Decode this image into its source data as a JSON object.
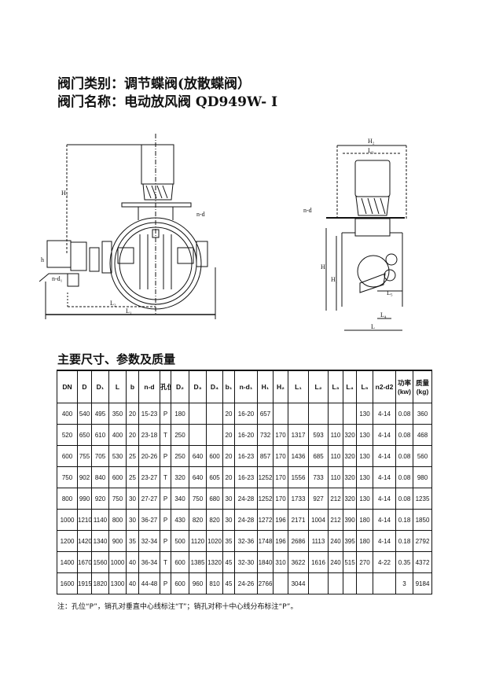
{
  "header": {
    "category": "阀门类别：调节蝶阀(放散蝶阀）",
    "name": "阀门名称：电动放风阀 QD949W- I"
  },
  "drawing_labels": {
    "front": [
      "H₁",
      "h",
      "n-d",
      "L₂",
      "L₁",
      "n-d₁"
    ],
    "side": [
      "H₂",
      "L₃",
      "H",
      "H₁",
      "L₅",
      "L₄",
      "L",
      "n-d"
    ]
  },
  "section_title": "主要尺寸、参数及质量",
  "table": {
    "columns": [
      "DN",
      "D",
      "D₁",
      "L",
      "b",
      "n-d",
      "孔位",
      "D₂",
      "D₃",
      "D₄",
      "b₁",
      "n-d₁",
      "H₁",
      "H₂",
      "L₁",
      "L₂",
      "L₃",
      "L₄",
      "L₅",
      "n2-d2",
      "功率(kw)",
      "质量(kg)"
    ],
    "rows": [
      [
        "400",
        "540",
        "495",
        "350",
        "20",
        "15-23",
        "P",
        "180",
        "",
        "",
        "20",
        "16-20",
        "657",
        "",
        "",
        "",
        "",
        "",
        "130",
        "4-14",
        "0.08",
        "360"
      ],
      [
        "520",
        "650",
        "610",
        "400",
        "20",
        "23-18",
        "T",
        "250",
        "",
        "",
        "20",
        "16-20",
        "732",
        "170",
        "1317",
        "593",
        "110",
        "320",
        "130",
        "4-14",
        "0.08",
        "468"
      ],
      [
        "600",
        "755",
        "705",
        "530",
        "25",
        "20-26",
        "P",
        "250",
        "640",
        "600",
        "20",
        "16-23",
        "857",
        "170",
        "1436",
        "685",
        "110",
        "320",
        "130",
        "4-14",
        "0.08",
        "560"
      ],
      [
        "750",
        "902",
        "840",
        "600",
        "25",
        "23-27",
        "T",
        "320",
        "640",
        "605",
        "20",
        "16-23",
        "1252",
        "170",
        "1556",
        "733",
        "110",
        "320",
        "130",
        "4-14",
        "0.08",
        "980"
      ],
      [
        "800",
        "990",
        "920",
        "750",
        "30",
        "27-27",
        "P",
        "340",
        "750",
        "680",
        "30",
        "24-28",
        "1252",
        "170",
        "1733",
        "927",
        "212",
        "320",
        "130",
        "4-14",
        "0.08",
        "1235"
      ],
      [
        "1000",
        "1210",
        "1140",
        "800",
        "30",
        "36-27",
        "P",
        "430",
        "820",
        "820",
        "30",
        "24-28",
        "1272",
        "196",
        "2171",
        "1004",
        "212",
        "390",
        "180",
        "4-14",
        "0.18",
        "1850"
      ],
      [
        "1200",
        "1420",
        "1340",
        "900",
        "35",
        "32-34",
        "P",
        "500",
        "1120",
        "1020",
        "35",
        "32-36",
        "1748",
        "196",
        "2686",
        "1113",
        "240",
        "395",
        "180",
        "4-14",
        "0.18",
        "2792"
      ],
      [
        "1400",
        "1670",
        "1560",
        "1000",
        "40",
        "36-34",
        "T",
        "600",
        "1385",
        "1320",
        "45",
        "32-30",
        "1840",
        "310",
        "3622",
        "1616",
        "240",
        "515",
        "270",
        "4-22",
        "0.35",
        "4372"
      ],
      [
        "1600",
        "1915",
        "1820",
        "1300",
        "40",
        "44-48",
        "P",
        "600",
        "960",
        "810",
        "45",
        "24-26",
        "2766",
        "",
        "3044",
        "",
        "",
        "",
        "",
        "",
        "3",
        "9184"
      ]
    ]
  },
  "note": "注：孔位“P”，销孔对垂直中心线标注“T”；销孔对称十中心线分布标注“P”。"
}
